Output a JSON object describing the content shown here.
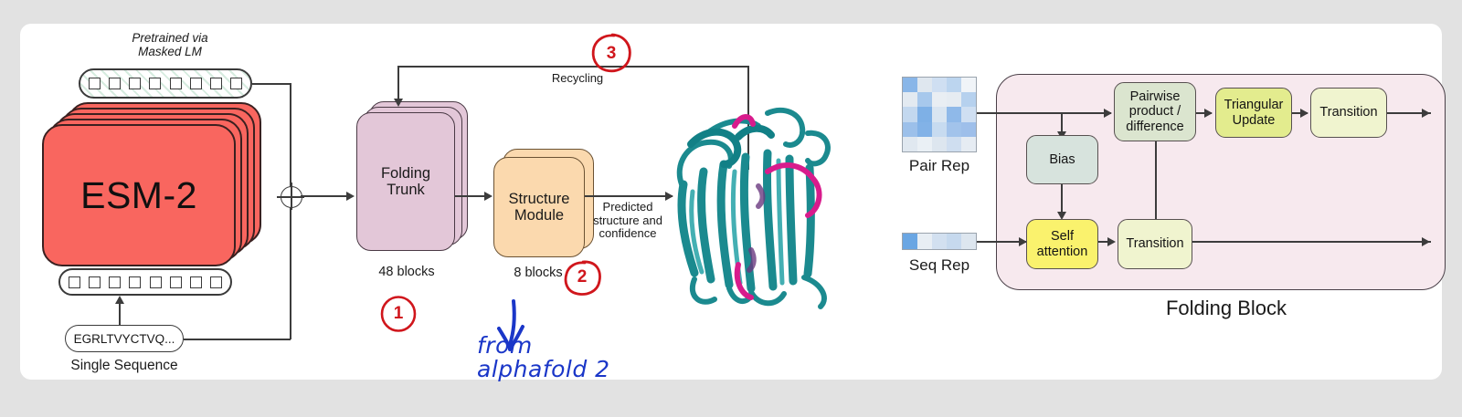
{
  "canvas": {
    "background": "#ffffff",
    "page_background": "#e2e2e2"
  },
  "left_panel": {
    "pretrained_caption": "Pretrained via\nMasked LM",
    "esm_label": "ESM-2",
    "esm_color": "#f9665f",
    "esm_stack_count": 5,
    "top_token_count": 8,
    "bottom_token_count": 8,
    "sequence_text": "EGRLTVYCTVQ...",
    "sequence_caption": "Single Sequence",
    "merge_node": "plus-node"
  },
  "middle_panel": {
    "recycling_label": "Recycling",
    "folding_trunk_label": "Folding\nTrunk",
    "folding_trunk_color": "#e3c7d8",
    "folding_trunk_blocks": "48 blocks",
    "structure_module_label": "Structure\nModule",
    "structure_module_color": "#fbd9ae",
    "structure_module_blocks": "8 blocks",
    "output_caption": "Predicted\nstructure and\nconfidence",
    "protein_structure": {
      "name": "beta-barrel-ribbon-structure",
      "primary_color": "#1b8a8f",
      "accent_color": "#d81b8c"
    }
  },
  "annotations": {
    "marker_color": "#d0161c",
    "ink_color": "#1a36c8",
    "circled": [
      {
        "label": "1",
        "target": "folding-trunk-48-blocks"
      },
      {
        "label": "2",
        "target": "structure-module-8-blocks"
      },
      {
        "label": "3",
        "target": "recycling-path"
      }
    ],
    "handwriting": "from\nalphafold 2",
    "handwriting_arrow": "blue-arrow-down"
  },
  "right_panel": {
    "title": "Folding Block",
    "panel_color": "#f7e9ee",
    "pair_rep_label": "Pair Rep",
    "seq_rep_label": "Seq Rep",
    "pair_rep_grid": [
      [
        "#89b6e8",
        "#dfe7ef",
        "#cfdff2",
        "#bcd5ef",
        "#f0f4f8"
      ],
      [
        "#e3eaf1",
        "#a7c8ec",
        "#e9eef3",
        "#e6ecf2",
        "#b6d1ee"
      ],
      [
        "#c3d8ef",
        "#7eb0e6",
        "#d9e5f1",
        "#8fb9e9",
        "#cfdff2"
      ],
      [
        "#9cc0ea",
        "#82b2e7",
        "#c7dbf0",
        "#a2c3eb",
        "#9ebfea"
      ],
      [
        "#e0e8f0",
        "#eaf0f5",
        "#dde6ef",
        "#cfdef0",
        "#e6ecf3"
      ]
    ],
    "seq_rep_strip": [
      "#6aa6e3",
      "#e8eef4",
      "#d2e0f0",
      "#c6d9ee",
      "#dde6ef"
    ],
    "boxes": [
      {
        "label": "Bias",
        "color": "#d7e3dd",
        "name": "bias"
      },
      {
        "label": "Self\nattention",
        "color": "#faf26d",
        "name": "self-attention"
      },
      {
        "label": "Transition",
        "color": "#f0f4cf",
        "name": "seq-transition"
      },
      {
        "label": "Pairwise\nproduct /\ndifference",
        "color": "#dbe5cf",
        "name": "pairwise-product-difference"
      },
      {
        "label": "Triangular\nUpdate",
        "color": "#e3ec8e",
        "name": "triangular-update"
      },
      {
        "label": "Transition",
        "color": "#f0f4cf",
        "name": "pair-transition"
      }
    ]
  }
}
